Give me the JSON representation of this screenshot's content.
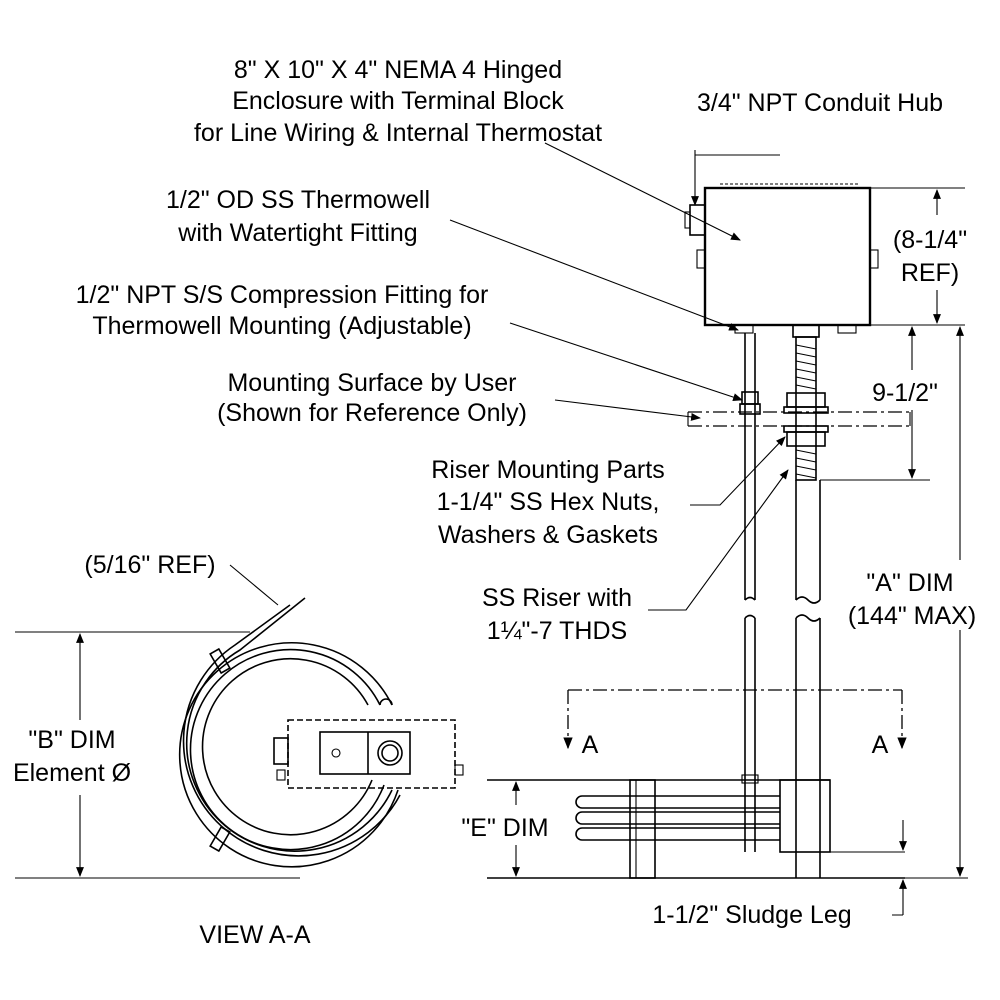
{
  "labels": {
    "enclosure": [
      "8\" X 10\" X 4\" NEMA 4 Hinged",
      "Enclosure with Terminal Block",
      "for Line Wiring & Internal Thermostat"
    ],
    "conduit_hub": "3/4\" NPT Conduit Hub",
    "thermowell": [
      "1/2\" OD SS Thermowell",
      "with Watertight Fitting"
    ],
    "compression_fitting": [
      "1/2\" NPT S/S Compression Fitting for",
      "Thermowell Mounting (Adjustable)"
    ],
    "mounting_surface": [
      "Mounting Surface by User",
      "(Shown for Reference Only)"
    ],
    "riser_parts": [
      "Riser Mounting Parts",
      "1-1/4\" SS Hex Nuts,",
      "Washers & Gaskets"
    ],
    "riser": [
      "SS Riser with",
      "1¼\"-7 THDS"
    ],
    "enclosure_height": [
      "(8-1/4\"",
      "REF)"
    ],
    "riser_length": "9-1/2\"",
    "a_dim": [
      "\"A\" DIM",
      "(144\" MAX)"
    ],
    "sheath_ref": "(5/16\" REF)",
    "b_dim": [
      "\"B\" DIM",
      "Element Ø"
    ],
    "view_label": "VIEW A-A",
    "section_mark_left": "A",
    "section_mark_right": "A",
    "e_dim": "\"E\" DIM",
    "sludge_leg": "1-1/2\" Sludge Leg"
  }
}
